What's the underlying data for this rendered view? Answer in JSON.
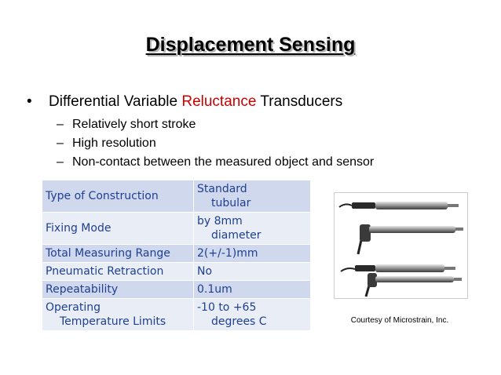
{
  "slide": {
    "title": "Displacement Sensing",
    "bullet": {
      "pre": "Differential Variable ",
      "accent": "Reluctance",
      "post": " Transducers",
      "accent_color": "#cc0000"
    },
    "sub_items": [
      "Relatively short stroke",
      "High resolution",
      "Non-contact between the measured object and sensor"
    ]
  },
  "spec_table": {
    "rows": [
      {
        "label": [
          "Type of Construction"
        ],
        "value": [
          "Standard",
          "tubular"
        ]
      },
      {
        "label": [
          "Fixing Mode"
        ],
        "value": [
          "by 8mm",
          "diameter"
        ]
      },
      {
        "label": [
          "Total Measuring Range"
        ],
        "value": [
          "2(+/-1)mm"
        ]
      },
      {
        "label": [
          "Pneumatic Retraction"
        ],
        "value": [
          "No"
        ]
      },
      {
        "label": [
          "Repeatability"
        ],
        "value": [
          "0.1um"
        ]
      },
      {
        "label": [
          "Operating",
          "Temperature Limits"
        ],
        "value": [
          "-10 to +65",
          "degrees C"
        ]
      }
    ],
    "colors": {
      "text": "#1f3f8f",
      "row_dark": "#d0d8ee",
      "row_light": "#e9edf6"
    }
  },
  "photo": {
    "icon": "sensor-probes-photo",
    "caption": "Courtesy of Microstrain, Inc."
  }
}
